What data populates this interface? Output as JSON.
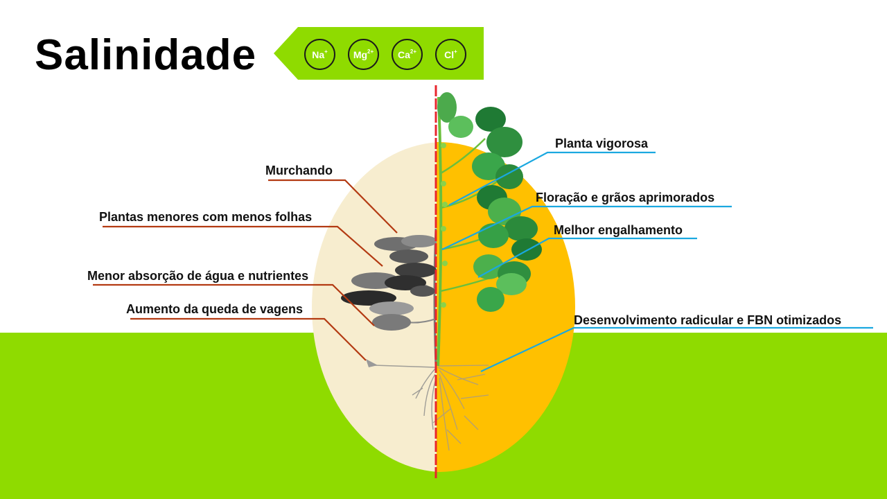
{
  "title": "Salinidade",
  "ions": [
    {
      "symbol": "Na",
      "charge": "+"
    },
    {
      "symbol": "Mg",
      "charge": "2+"
    },
    {
      "symbol": "Ca",
      "charge": "2+"
    },
    {
      "symbol": "Cl",
      "charge": "+"
    }
  ],
  "left_labels": [
    "Murchando",
    "Plantas menores com menos folhas",
    "Menor absorção de água e nutrientes",
    "Aumento da queda de vagens"
  ],
  "right_labels": [
    "Planta vigorosa",
    "Floração e grãos aprimorados",
    "Melhor engalhamento",
    "Desenvolvimento radicular e FBN otimizados"
  ],
  "colors": {
    "ground": "#8fdb00",
    "banner": "#8fdb00",
    "left_half": "#f7edcf",
    "right_half": "#ffc000",
    "divider": "#e8262d",
    "left_leader": "#b33a12",
    "right_leader": "#1aa8e0",
    "healthy_leaf": "#3c9b3c",
    "stressed_leaf": "#6e6e6e"
  },
  "icons": {
    "banner": "left-pointing-arrow-banner",
    "left_plant": "wilted-soybean-plant",
    "right_plant": "healthy-soybean-plant"
  }
}
